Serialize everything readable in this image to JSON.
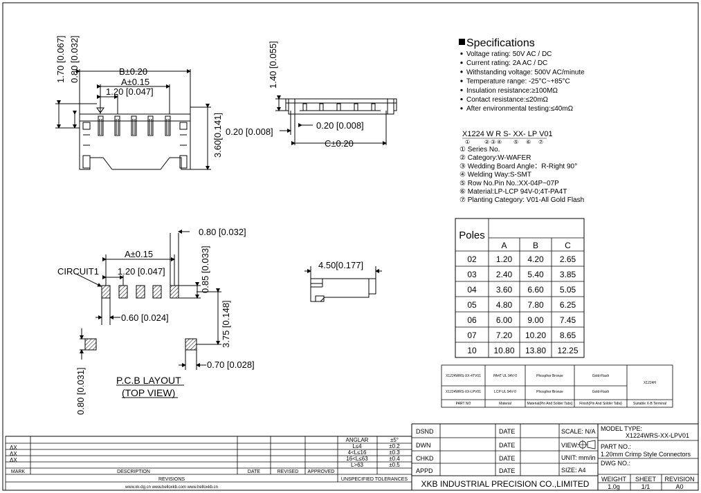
{
  "top_view": {
    "dim_height_outer": "1.70 [0.067]",
    "dim_height_inner": "0.80 [0.032]",
    "dim_b": "B±0.20",
    "dim_a": "A±0.15",
    "dim_pitch": "1.20 [0.047]",
    "dim_depth": "3.60[0.141]"
  },
  "side_view": {
    "dim_height": "1.40 [0.055]",
    "dim_left": "0.20 [0.008]",
    "dim_right": "0.20 [0.008]",
    "dim_c": "C±0.20"
  },
  "pcb": {
    "dim_top_right": "0.80 [0.032]",
    "dim_a": "A±0.15",
    "dim_pitch": "1.20 [0.047]",
    "circuit_label": "CIRCUIT1",
    "dim_pad_height": "0.85 [0.033]",
    "dim_pad_width": "0.60 [0.024]",
    "dim_row_spacing": "3.75 [0.148]",
    "dim_bottom_pad": "0.70 [0.028]",
    "dim_left_vertical": "0.80 [0.031]",
    "title": "P.C.B LAYOUT",
    "subtitle": "(TOP VIEW)"
  },
  "end_view": {
    "dim_width": "4.50[0.177]"
  },
  "specs": {
    "title": "Specifications",
    "title_suffix": ":",
    "items": [
      "Voltage rating: 50V AC / DC",
      "Current rating: 2A  AC / DC",
      "Withstanding voltage: 500V AC/minute",
      "Temperature range: -25°C~+85°C",
      "Insulation resistance:≥100MΩ",
      " Contact resistance:≤20mΩ",
      "After environmental testing:≤40mΩ"
    ]
  },
  "part_code": {
    "code": "X1224 W R S- XX- LP V01",
    "indices": [
      "①",
      "②",
      "③",
      "④",
      "⑤",
      "⑥",
      "⑦"
    ],
    "legend": [
      "① Series No.",
      "② Category:W-WAFER",
      "③ Wedding Board Angle：R-Right 90°",
      "④ Welding Way:S-SMT",
      "⑤ Row No.Pin No.:XX-04P~07P",
      "⑥ Material:LP-LCP  94V-0;4T-PA4T",
      "⑦ Planting  Category: V01-All Gold Flash"
    ]
  },
  "poles_table": {
    "header": "Poles",
    "columns": [
      "A",
      "B",
      "C"
    ],
    "rows": [
      [
        "02",
        "1.20",
        "4.20",
        "2.65"
      ],
      [
        "03",
        "2.40",
        "5.40",
        "3.85"
      ],
      [
        "04",
        "3.60",
        "6.60",
        "5.05"
      ],
      [
        "05",
        "4.80",
        "7.80",
        "6.25"
      ],
      [
        "06",
        "6.00",
        "9.00",
        "7.45"
      ],
      [
        "07",
        "7.20",
        "10.20",
        "8.65"
      ],
      [
        "10",
        "10.80",
        "13.80",
        "12.25"
      ]
    ]
  },
  "material_table": {
    "rows": [
      [
        "X1224WRS-XX-4TV01",
        "PA4T UL 94V-0",
        "Phosphor Bronze",
        "Gold-Flash"
      ],
      [
        "X1224WRS-XX-LPV01",
        "LCP UL 94V-0",
        "Phosphor Bronze",
        "Gold-Flash"
      ]
    ],
    "merged_cell": "X1224H",
    "footer": [
      "PART NO",
      "Material",
      "Material(Pin And Solder Tabs)",
      "Finish(Pin And Solder Tabs)",
      "Suitable X-B Terminal"
    ]
  },
  "revisions": {
    "rows": [
      "ΔX",
      "ΔX",
      "ΔX"
    ],
    "header": [
      "MARK",
      "DESCRIPTION",
      "DATE",
      "REVISED",
      "APPROVED"
    ],
    "title": "REVISIONS",
    "website": "www.xk-dg.cn    www.helloxkb.com    www.helloxkb.cn"
  },
  "tolerances": {
    "col1": "ANGLAR",
    "col2": "±5°",
    "rows": [
      [
        "L≤4",
        "±0.2"
      ],
      [
        "4<L≤16",
        "±0.3"
      ],
      [
        "16<L≤63",
        "±0.4"
      ],
      [
        "L>63",
        "±0.5"
      ]
    ],
    "title": "UNSPECIFIED TOLERANCES"
  },
  "sign_block": {
    "rows": [
      "DSND",
      "DWN",
      "CHKD",
      "APPD"
    ],
    "date_label": "DATE"
  },
  "info_block": {
    "scale": "SCALE: N/A",
    "view": "VIEW:",
    "unit": "UNIT: mm/in",
    "size": "SIZE: A4"
  },
  "title_block": {
    "model_label": "MODEL TYPE:",
    "model_value": "X1224WRS-XX-LPV01",
    "part_label": "PART NO.:",
    "part_value": "1.20mm Crimp Style Connectors",
    "dwg_label": "DWG NO.:",
    "company": "XKB INDUSTRIAL PRECISION CO.,LIMITED",
    "weight_label": "WEIGHT",
    "weight_value": "1.0g",
    "sheet_label": "SHEET",
    "sheet_value": "1/1",
    "revision_label": "REVISION",
    "revision_value": "A0"
  }
}
